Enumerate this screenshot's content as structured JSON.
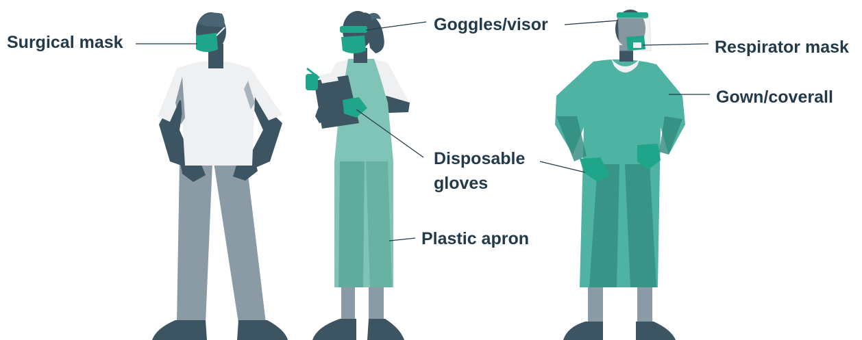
{
  "labels": {
    "surgical_mask": "Surgical mask",
    "goggles_visor": "Goggles/visor",
    "respirator_mask": "Respirator mask",
    "gown_coverall": "Gown/coverall",
    "disposable_gloves_line1": "Disposable",
    "disposable_gloves_line2": "gloves",
    "plastic_apron": "Plastic apron"
  },
  "colors": {
    "text": "#223a4a",
    "skin": "#3d5563",
    "shirt": "#eef0f1",
    "trousers": "#8a9ba6",
    "teal": "#1fa589",
    "apron": "#7fc4b7",
    "gown": "#4fb3a3",
    "gown_dark": "#2f8a7d"
  },
  "figures": [
    "figure-left",
    "figure-middle",
    "figure-right"
  ]
}
